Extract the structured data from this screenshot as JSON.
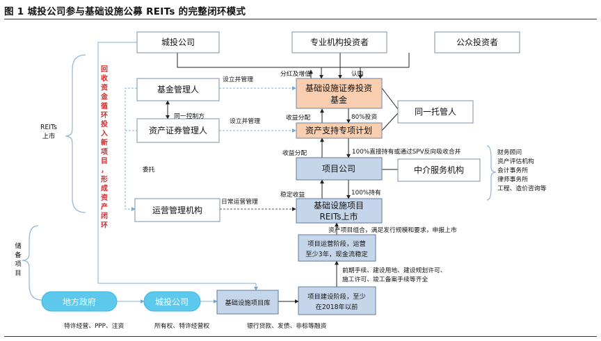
{
  "title": "图 1  城投公司参与基础设施公募 REITs 的完整闭环模式",
  "boxes": {
    "chengtou_top": "城投公司",
    "pro_investor": "专业机构投资者",
    "public_investor": "公众投资者",
    "fund_manager": "基金管理人",
    "infra_fund_1": "基础设施证券投资",
    "infra_fund_2": "基金",
    "same_custodian": "同一托管人",
    "abs_manager": "资产证券管理人",
    "abs_plan": "资产支持专项计划",
    "project_company": "项目公司",
    "intermediary": "中介服务机构",
    "ops_manager": "运营管理机构",
    "infra_project_1": "基础设施项目",
    "infra_project_2": "REITs上市",
    "ops_stage_1": "项目运营阶段，运营",
    "ops_stage_2": "至少3年，现金流稳定",
    "project_pool": "基础设施项目库",
    "build_stage_1": "项目建设阶段，至少",
    "build_stage_2": "在2018年以前",
    "local_gov": "地方政府",
    "chengtou_bottom": "城投公司"
  },
  "labels": {
    "setup_manage_1": "设立并管理",
    "dividend": "分红及增值",
    "subscribe": "认购",
    "same_controller": "同一控制方",
    "setup_manage_2": "设立并管理",
    "income_dist_1": "收益分配",
    "invest_80": "80%投资",
    "income_dist_2": "收益分配",
    "hold_100_via_spv": "100%直接持有或通过SPV反向吸收合并",
    "entrust": "委托",
    "stable_income": "稳定收益",
    "hold_100": "100%持有",
    "daily_ops": "日常运营管理",
    "asset_portfolio": "资产项目组合，满足发行规模和要求，申报上市",
    "pre_procedures_1": "前期手续、建设用地、建设规划许可、",
    "pre_procedures_2": "施工许可、竣工备案手续等齐全",
    "reits_listing_1": "REITs",
    "reits_listing_2": "上市",
    "reserve_project": [
      "储",
      "备",
      "项",
      "目"
    ],
    "recovery_chars": [
      "回",
      "收",
      "资",
      "金",
      "循",
      "环",
      "投",
      "入",
      "新",
      "项",
      "目",
      "，",
      "形",
      "成",
      "资",
      "产",
      "闭",
      "环"
    ],
    "intermediary_list": [
      "财务顾问",
      "资产评估机构",
      "会计事务所",
      "律师事务所",
      "工程、造价咨询等"
    ],
    "bottom_gov": "特许经营、PPP、注资",
    "bottom_ownership": "所有权、特许经营权",
    "bottom_finance": "银行贷款、发债、非标等融资"
  }
}
